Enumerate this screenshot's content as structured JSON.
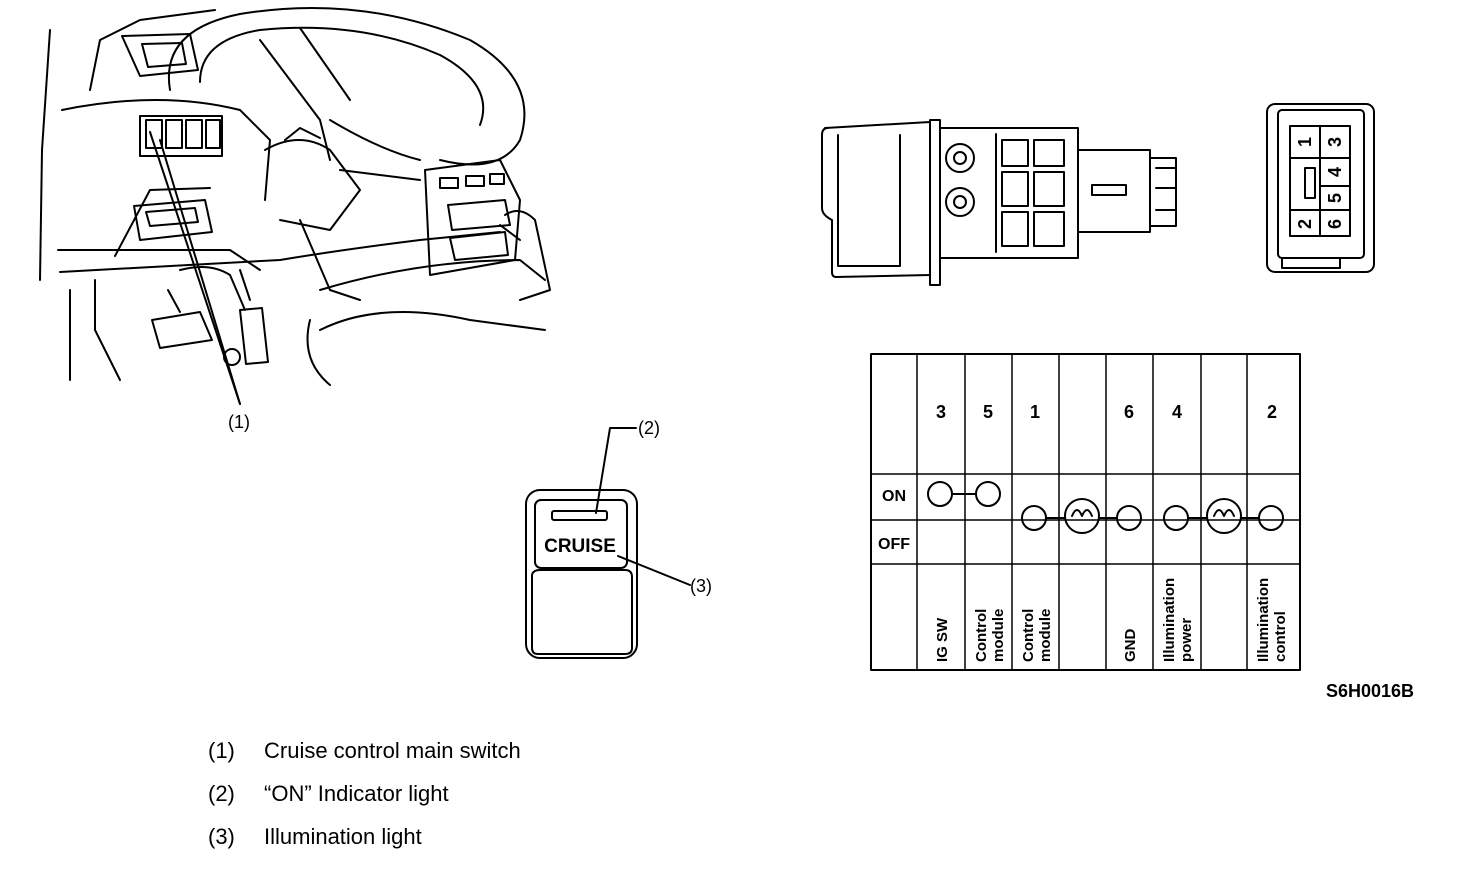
{
  "callouts": {
    "c1": "(1)",
    "c2": "(2)",
    "c3": "(3)"
  },
  "switch_face_label": "CRUISE",
  "connector_pins": [
    "1",
    "3",
    "4",
    "5",
    "2",
    "6"
  ],
  "table": {
    "columns": [
      {
        "pin": "3",
        "label": "IG SW"
      },
      {
        "pin": "5",
        "label": "Control module"
      },
      {
        "pin": "1",
        "label": "Control module"
      },
      {
        "pin": "",
        "label": ""
      },
      {
        "pin": "6",
        "label": "GND"
      },
      {
        "pin": "4",
        "label": "Illumination power"
      },
      {
        "pin": "",
        "label": ""
      },
      {
        "pin": "2",
        "label": "Illumination control"
      }
    ],
    "rows": {
      "on": "ON",
      "off": "OFF"
    }
  },
  "figure_code": "S6H0016B",
  "legend": [
    {
      "num": "(1)",
      "text": "Cruise control main switch"
    },
    {
      "num": "(2)",
      "text": "“ON” Indicator light"
    },
    {
      "num": "(3)",
      "text": "Illumination light"
    }
  ]
}
